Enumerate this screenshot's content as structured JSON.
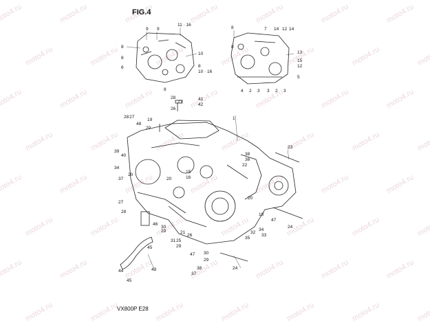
{
  "figure": {
    "title": "FIG.4",
    "code": "VX800P E28"
  },
  "watermark": {
    "text": "moto4.ru",
    "color": "#d9b8c0"
  },
  "callouts": [
    "9",
    "9",
    "11 · 16",
    "8",
    "10",
    "8",
    "6",
    "8",
    "10 · 16",
    "8",
    "8",
    "8",
    "7",
    "14",
    "12",
    "14",
    "13",
    "15",
    "12",
    "5",
    "4",
    "2",
    "3",
    "3",
    "2",
    "3",
    "28",
    "41",
    "27",
    "42",
    "1",
    "26",
    "27",
    "48",
    "19",
    "20",
    "28",
    "39",
    "40",
    "34",
    "20",
    "37",
    "15",
    "16",
    "20",
    "38",
    "36",
    "22",
    "23",
    "27",
    "28",
    "20",
    "18",
    "47",
    "24",
    "34",
    "33",
    "46",
    "30",
    "29",
    "26",
    "31",
    "32",
    "35",
    "21",
    "25",
    "29",
    "47",
    "45",
    "30",
    "29",
    "38",
    "37",
    "24",
    "43",
    "44",
    "45"
  ]
}
